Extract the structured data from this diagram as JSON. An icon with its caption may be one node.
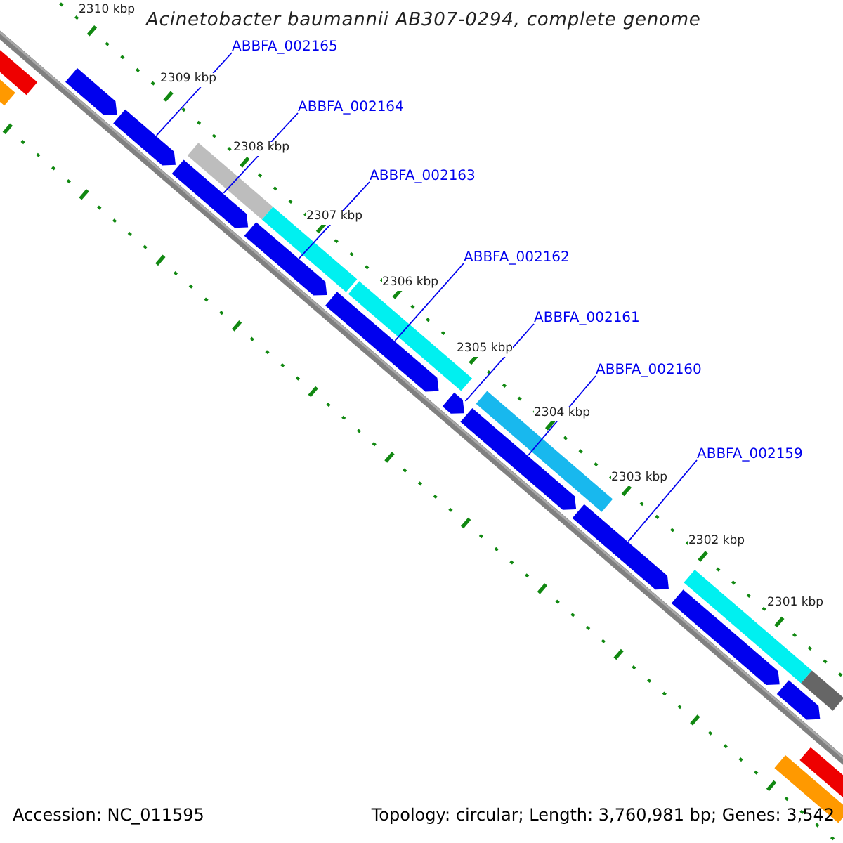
{
  "diagram": {
    "title": "Acinetobacter baumannii AB307-0294, complete genome",
    "nodes": [
      {
        "text": [
          "ABBFA_002165"
        ]
      },
      {
        "text": [
          "ABBFA_002164"
        ]
      },
      {
        "text": [
          "ABBFA_002163"
        ]
      },
      {
        "text": [
          "ABBFA_002162"
        ]
      },
      {
        "text": [
          "ABBFA_002161"
        ]
      },
      {
        "text": [
          "ABBFA_002160"
        ]
      },
      {
        "text": [
          "ABBFA_002159"
        ]
      },
      {
        "text": [],
        "shape": "bar"
      },
      {
        "text": [],
        "shape": "bar"
      },
      {
        "text": [],
        "shape": "bar"
      },
      {
        "text": [],
        "shape": "bar"
      },
      {
        "text": [],
        "shape": "bar"
      },
      {
        "text": [],
        "shape": "bar"
      },
      {
        "text": [],
        "shape": "bar"
      },
      {
        "text": [],
        "shape": "bar"
      },
      {
        "text": [],
        "shape": "bar"
      },
      {
        "text": [],
        "shape": "bar"
      },
      {
        "text": [],
        "shape": "bar"
      },
      {
        "text": [],
        "shape": "bar"
      },
      {
        "text": [],
        "shape": "bar"
      },
      {
        "text": [],
        "shape": "bar"
      },
      {
        "text": [],
        "shape": "bar"
      },
      {
        "text": [],
        "shape": "bar"
      },
      {
        "text": [],
        "shape": "bar"
      },
      {
        "text": [],
        "shape": "bar"
      },
      {
        "text": [],
        "shape": "bar"
      },
      {
        "text": [],
        "shape": "bar"
      }
    ],
    "edges": [
      {
        "from": 0,
        "to": 10,
        "arrow": "none"
      },
      {
        "from": 1,
        "to": 11,
        "arrow": "none"
      },
      {
        "from": 2,
        "to": 13,
        "arrow": "none"
      },
      {
        "from": 3,
        "to": 15,
        "arrow": "none"
      },
      {
        "from": 4,
        "to": 17,
        "arrow": "none"
      },
      {
        "from": 5,
        "to": 18,
        "arrow": "none"
      },
      {
        "from": 6,
        "to": 20,
        "arrow": "none"
      }
    ],
    "labels": [
      "2310 kbp",
      "2309 kbp",
      "2308 kbp",
      "2307 kbp",
      "2306 kbp",
      "2305 kbp",
      "2304 kbp",
      "2303 kbp",
      "2302 kbp",
      "2301 kbp",
      "Accession: NC_011595",
      "Topology: circular; Length: 3,760,981 bp; Genes: 3,542"
    ]
  }
}
